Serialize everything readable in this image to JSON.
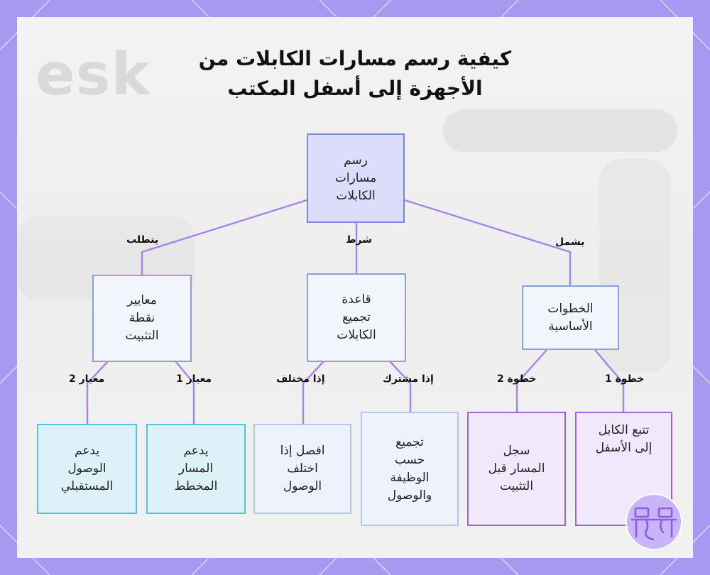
{
  "title": {
    "line1": "كيفية رسم مسارات الكابلات من",
    "line2": "الأجهزة إلى أسفل المكتب"
  },
  "background_text": "esk",
  "nodes": {
    "root": {
      "line1": "رسم",
      "line2": "مسارات",
      "line3": "الكابلات"
    },
    "criteria": {
      "line1": "معايير",
      "line2": "نقطة",
      "line3": "التثبيت"
    },
    "rule": {
      "line1": "قاعدة",
      "line2": "تجميع",
      "line3": "الكابلات"
    },
    "steps": {
      "line1": "الخطوات",
      "line2": "الأساسية"
    },
    "future_access": {
      "line1": "يدعم",
      "line2": "الوصول",
      "line3": "المستقبلي"
    },
    "planned_path": {
      "line1": "يدعم",
      "line2": "المسار",
      "line3": "المخطط"
    },
    "separate": {
      "line1": "افصل إذا",
      "line2": "اختلف",
      "line3": "الوصول"
    },
    "group": {
      "line1": "تجميع",
      "line2": "حسب",
      "line3": "الوظيفة",
      "line4": "والوصول"
    },
    "record": {
      "line1": "سجل",
      "line2": "المسار قبل",
      "line3": "التثبيت"
    },
    "trace": {
      "line1": "تتبع الكابل",
      "line2": "إلى الأسفل"
    }
  },
  "edge_labels": {
    "requires": "يتطلب",
    "condition": "شرط",
    "includes": "يشمل",
    "criterion2": "معيار 2",
    "criterion1": "معيار 1",
    "if_different": "إذا مختلف",
    "if_shared": "إذا مشترك",
    "step2": "خطوة 2",
    "step1": "خطوة 1"
  },
  "colors": {
    "frame": "#a799f2",
    "edge": "#a784e6",
    "root_fill": "#dcdcfb",
    "teal_border": "#58c2d9",
    "lavender_border": "#9b64d8"
  },
  "icons": {
    "badge": "desk-cable-icon"
  }
}
